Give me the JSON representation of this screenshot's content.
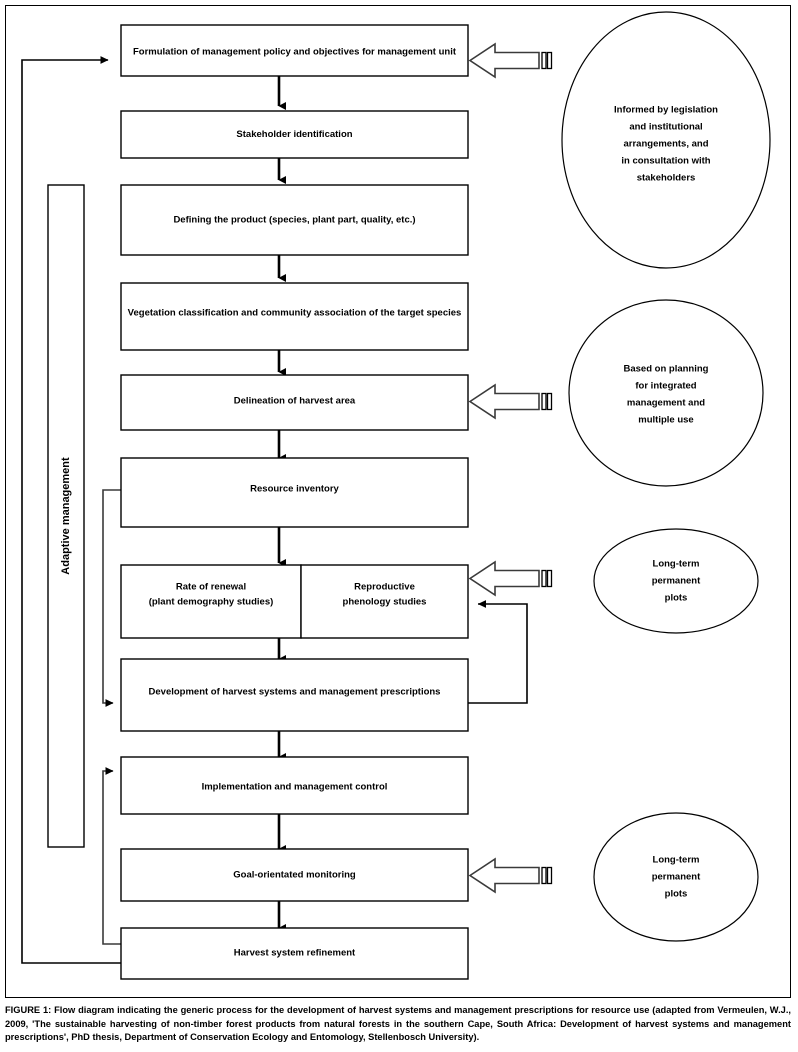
{
  "figure": {
    "caption_label": "FIGURE 1:",
    "caption_text": " Flow diagram indicating the generic process for the development of harvest systems and management prescriptions for resource use (adapted from Vermeulen, W.J., 2009, 'The sustainable harvesting of non-timber forest products from natural forests in the southern Cape, South Africa: Development of harvest systems and management prescriptions', PhD thesis, Department of Conservation Ecology and Entomology, Stellenbosch University)."
  },
  "side_label": {
    "text": "Adaptive management"
  },
  "process_steps": [
    {
      "id": "formulation",
      "line1": "Formulation of management policy and objectives for management unit",
      "line2": ""
    },
    {
      "id": "stakeholder",
      "line1": "Stakeholder identification",
      "line2": ""
    },
    {
      "id": "defining-product",
      "line1": "Defining the product (species, plant part, quality, etc.)",
      "line2": ""
    },
    {
      "id": "vegetation",
      "line1": "Vegetation classification and community association of the target species",
      "line2": ""
    },
    {
      "id": "delineation",
      "line1": "Delineation of harvest area",
      "line2": ""
    },
    {
      "id": "resource-inventory",
      "line1": "Resource inventory",
      "line2": ""
    },
    {
      "id": "rate-of-renewal",
      "line1": "Rate of renewal",
      "line2": "(plant demography studies)"
    },
    {
      "id": "reproductive",
      "line1": "Reproductive",
      "line2": "phenology studies"
    },
    {
      "id": "development",
      "line1": "Development of harvest systems and management prescriptions",
      "line2": ""
    },
    {
      "id": "implementation",
      "line1": "Implementation and management control",
      "line2": ""
    },
    {
      "id": "monitoring",
      "line1": "Goal-orientated monitoring",
      "line2": ""
    },
    {
      "id": "refinement",
      "line1": "Harvest system refinement",
      "line2": ""
    }
  ],
  "annotations": [
    {
      "id": "legislation-note",
      "shape": "ellipse",
      "lines": [
        "Informed by legislation",
        "and institutional",
        "arrangements, and",
        "in consultation with",
        "stakeholders"
      ]
    },
    {
      "id": "planning-note",
      "shape": "circle",
      "lines": [
        "Based on planning",
        "for integrated",
        "management and",
        "multiple use"
      ]
    },
    {
      "id": "plots-note-upper",
      "shape": "ellipse",
      "lines": [
        "Long-term",
        "permanent",
        "plots"
      ]
    },
    {
      "id": "plots-note-lower",
      "shape": "ellipse",
      "lines": [
        "Long-term",
        "permanent",
        "plots"
      ]
    }
  ],
  "colors": {
    "stroke": "#000000",
    "feedback_stroke": "#3a3a3a",
    "fill": "#ffffff",
    "text": "#000000"
  }
}
